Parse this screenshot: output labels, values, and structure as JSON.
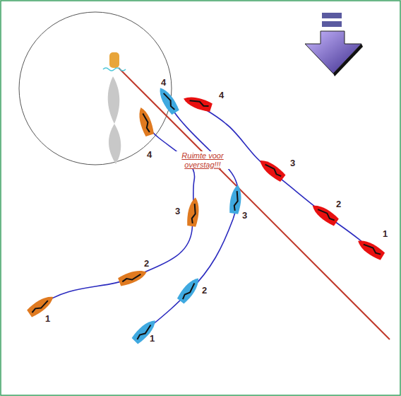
{
  "diagram": {
    "labels": [
      "1",
      "2",
      "3",
      "4",
      "1",
      "2",
      "3",
      "4",
      "1",
      "2",
      "3",
      "4",
      "Ruimte voor overstag!!!"
    ]
  }
}
